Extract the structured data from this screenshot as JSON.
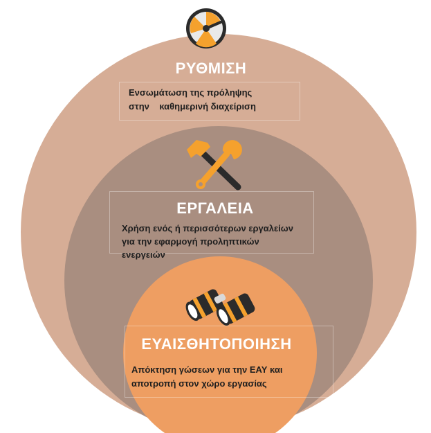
{
  "levels": {
    "outer": {
      "title": "ΡΥΘΜΙΣΗ",
      "line1": "Ενσωμάτωση της πρόληψης",
      "line2": "στην    καθημερινή διαχείριση",
      "icon": "gauge-icon"
    },
    "middle": {
      "title": "ΕΡΓΑΛΕΙΑ",
      "line1": "Χρήση ενός ή περισσότερων εργαλείων",
      "line2": "για την εφαρμογή προληπτικών",
      "line3": "ενεργειών",
      "icon": "tools-icon"
    },
    "inner": {
      "title": "ΕΥΑΙΣΘΗΤΟΠΟΙΗΣΗ",
      "line1": "Απόκτηση γώσεων για την ΕΑΥ και",
      "line2": "αποτροπή στον χώρο εργασίας",
      "icon": "binoculars-icon"
    }
  },
  "colors": {
    "outer_circle": "#d6ad96",
    "middle_circle": "#a98e80",
    "inner_circle": "#ee9e62",
    "accent_orange": "#f5a12d",
    "dark": "#2b2b2b"
  }
}
